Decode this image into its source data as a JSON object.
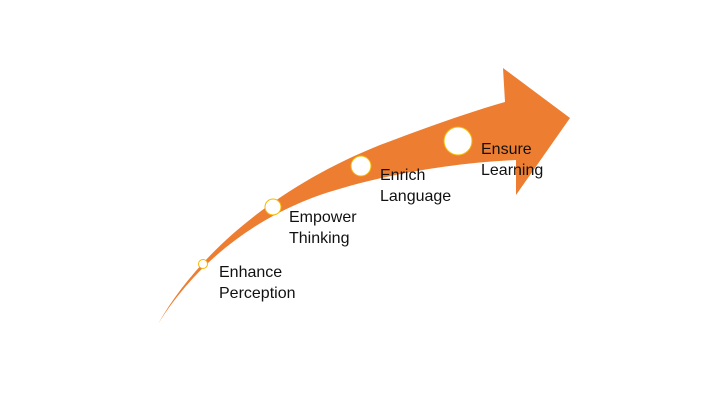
{
  "colors": {
    "arrow": "#ED7D31",
    "node_fill": "#FFFFFF",
    "node_stroke": "#F5B800",
    "text": "#111111"
  },
  "steps": [
    {
      "line1": "Enhance",
      "line2": "Perception"
    },
    {
      "line1": "Empower",
      "line2": "Thinking"
    },
    {
      "line1": "Enrich",
      "line2": "Language"
    },
    {
      "line1": "Ensure",
      "line2": "Learning"
    }
  ]
}
